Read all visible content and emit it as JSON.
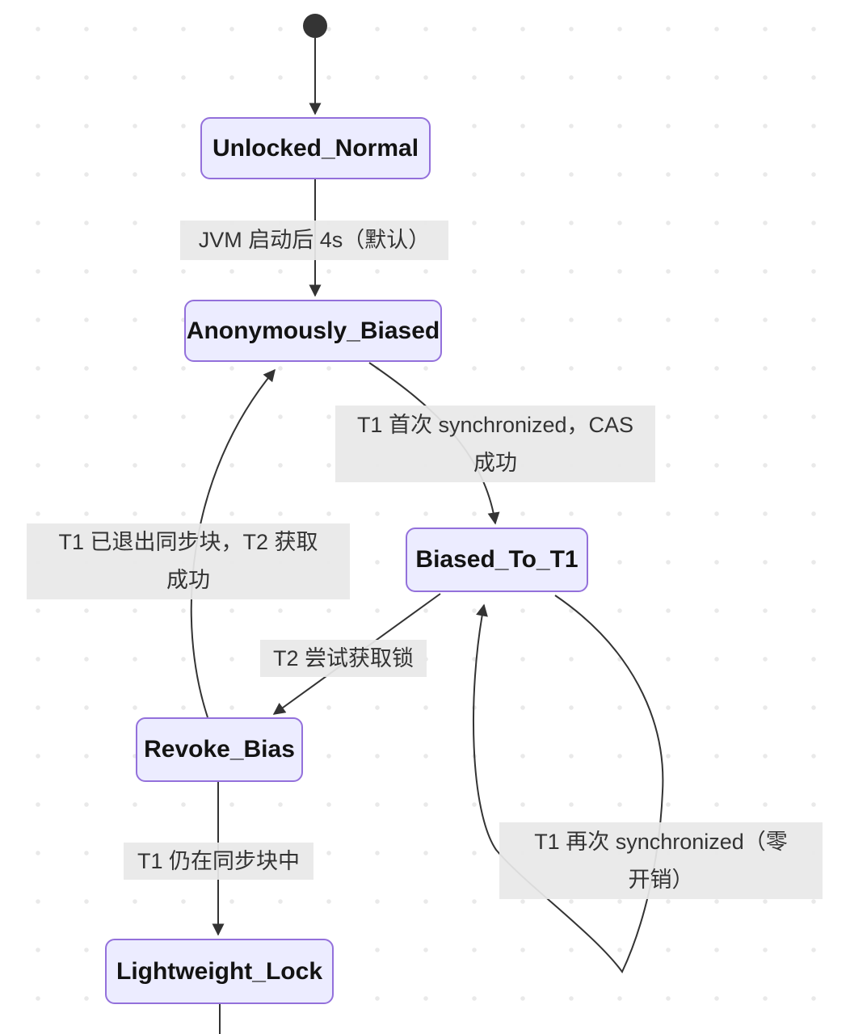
{
  "diagram": {
    "type": "state-diagram",
    "topic": "JVM biased locking state transitions",
    "colors": {
      "node_fill": "#ECECFF",
      "node_border": "#9370DB",
      "edge_color": "#333333",
      "edge_label_bg": "#e8e8e8",
      "start_dot_fill": "#343434",
      "text": "#131313"
    },
    "start_state": {
      "shape": "filled-circle"
    },
    "states": [
      {
        "id": "Unlocked_Normal",
        "label": "Unlocked_Normal"
      },
      {
        "id": "Anonymously_Biased",
        "label": "Anonymously_Biased"
      },
      {
        "id": "Biased_To_T1",
        "label": "Biased_To_T1"
      },
      {
        "id": "Revoke_Bias",
        "label": "Revoke_Bias"
      },
      {
        "id": "Lightweight_Lock",
        "label": "Lightweight_Lock"
      }
    ],
    "transitions": [
      {
        "from": "start",
        "to": "Unlocked_Normal",
        "label": "",
        "lines": []
      },
      {
        "from": "Unlocked_Normal",
        "to": "Anonymously_Biased",
        "label": "JVM 启动后 4s（默认）",
        "lines": [
          "JVM 启动后 4s（默认）"
        ]
      },
      {
        "from": "Anonymously_Biased",
        "to": "Biased_To_T1",
        "label": "T1 首次 synchronized，CAS 成功",
        "lines": [
          "T1 首次 synchronized，CAS",
          "成功"
        ]
      },
      {
        "from": "Biased_To_T1",
        "to": "Revoke_Bias",
        "label": "T2 尝试获取锁",
        "lines": [
          "T2 尝试获取锁"
        ]
      },
      {
        "from": "Revoke_Bias",
        "to": "Anonymously_Biased",
        "label": "T1 已退出同步块，T2 获取成功",
        "lines": [
          "T1 已退出同步块，T2 获取",
          "成功"
        ]
      },
      {
        "from": "Revoke_Bias",
        "to": "Lightweight_Lock",
        "label": "T1 仍在同步块中",
        "lines": [
          "T1 仍在同步块中"
        ]
      },
      {
        "from": "Biased_To_T1",
        "to": "Biased_To_T1",
        "label": "T1 再次 synchronized（零开销）",
        "lines": [
          "T1 再次 synchronized（零",
          "开销）"
        ]
      }
    ]
  }
}
